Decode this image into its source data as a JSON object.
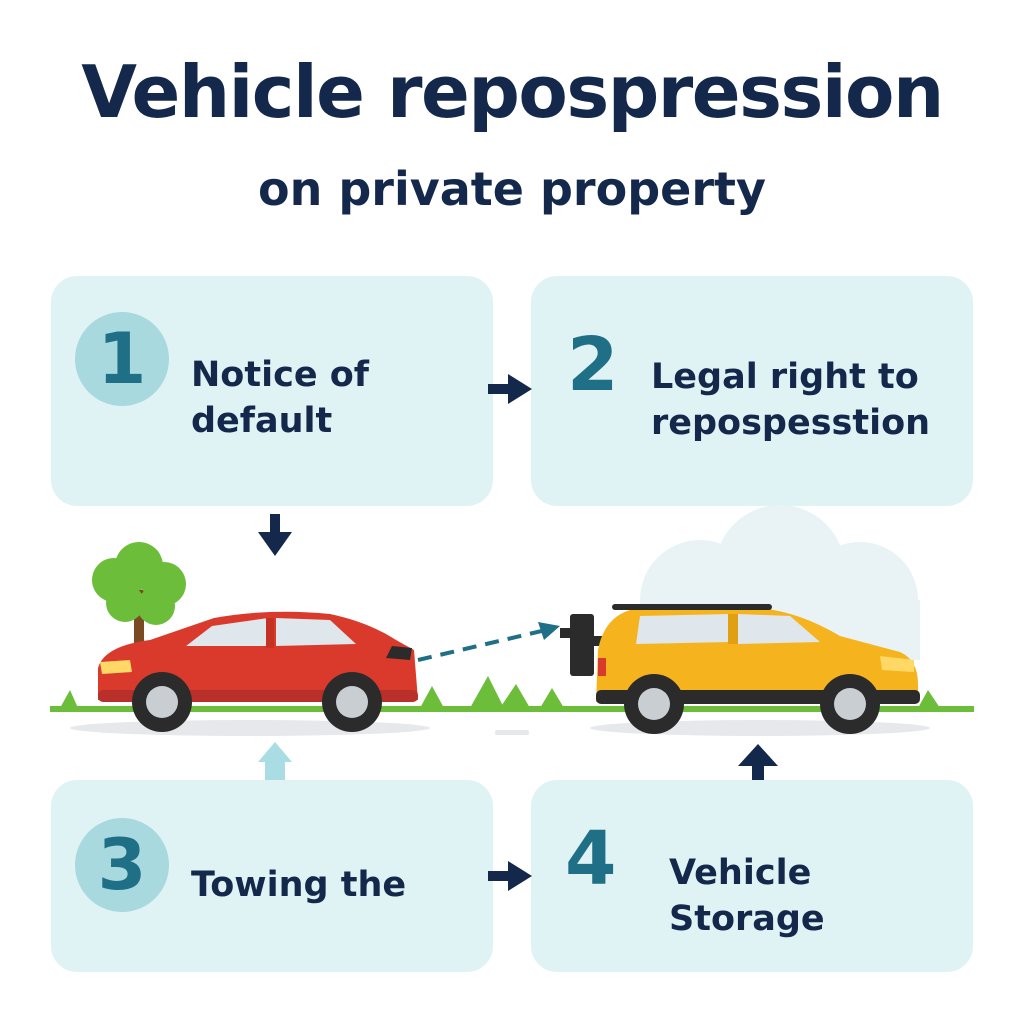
{
  "title": "Vehicle repospression",
  "subtitle": "on private property",
  "steps": [
    {
      "number": "1",
      "label_line1": "Notice of",
      "label_line2": "default"
    },
    {
      "number": "2",
      "label_line1": "Legal right to",
      "label_line2": "repospesstion"
    },
    {
      "number": "3",
      "label_line1": "Towing the",
      "label_line2": ""
    },
    {
      "number": "4",
      "label_line1": "Vehicle",
      "label_line2": "Storage"
    }
  ],
  "colors": {
    "box": "#dff2f4",
    "text_dark": "#14284b",
    "number_teal": "#1f6f86",
    "number_circle": "#a8d9df",
    "red_car": "#d93a2b",
    "yellow_car": "#f5b41e",
    "tree": "#6cbd3a",
    "grass": "#6cbd3a"
  }
}
